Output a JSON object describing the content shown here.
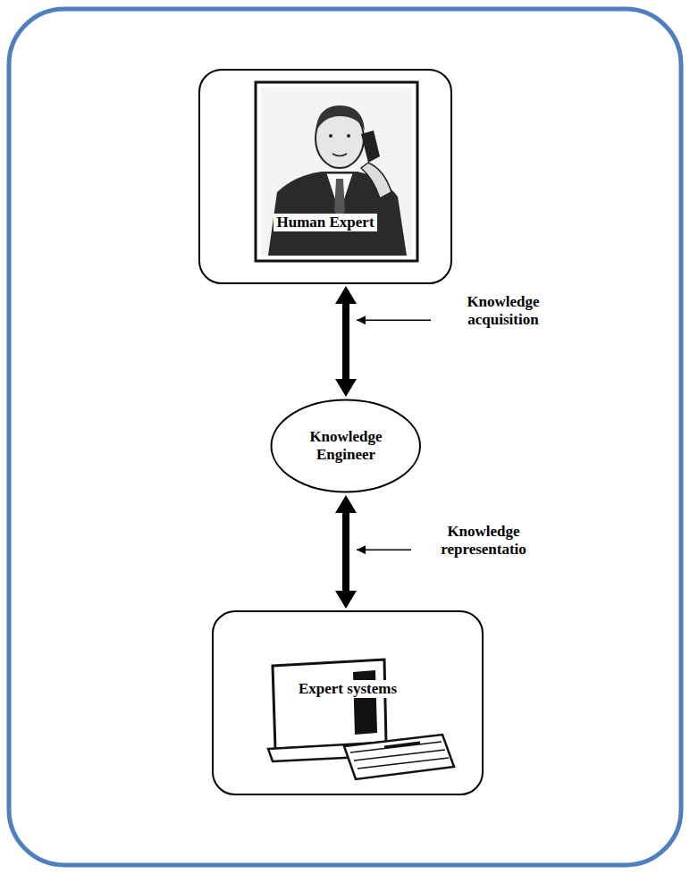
{
  "diagram": {
    "nodes": [
      {
        "text": [
          "Human Expert"
        ]
      },
      {
        "text": [
          "Knowledge Engineer"
        ]
      },
      {
        "text": [
          "Expert systems"
        ]
      }
    ],
    "edges": [
      {
        "from": 0,
        "to": 1,
        "arrow": "both",
        "label": "Knowledge acquisition"
      },
      {
        "from": 1,
        "to": 2,
        "arrow": "both",
        "label": "Knowledge representatio"
      }
    ]
  }
}
